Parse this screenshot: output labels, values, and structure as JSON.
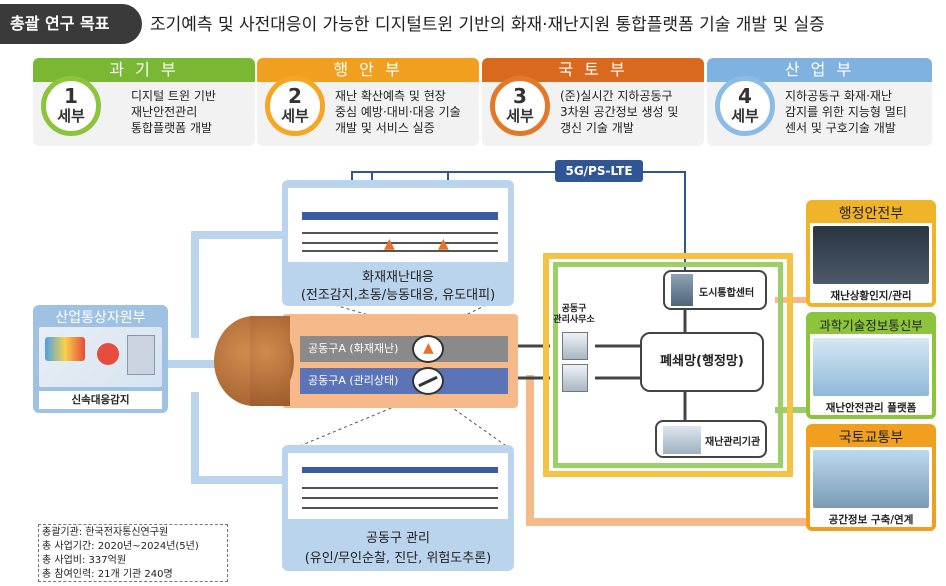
{
  "header": {
    "badge": "총괄 연구 목표",
    "title": "조기예측 및 사전대응이 가능한  디지털트윈 기반의 화재·재난지원 통합플랫폼 기술 개발 및 실증"
  },
  "cards": [
    {
      "head": "과 기 부",
      "num": "1",
      "sub": "세부",
      "lines": [
        "디지털 트윈 기반",
        "재난안전관리",
        "통합플랫폼 개발"
      ],
      "color": "#7ab733",
      "ring": "#8cc43c"
    },
    {
      "head": "행 안 부",
      "num": "2",
      "sub": "세부",
      "lines": [
        "재난 확산예측 및 현장",
        "중심 예방·대비·대응 기술",
        "개발 및 서비스 실증"
      ],
      "color": "#f0a01e",
      "ring": "#f5a623"
    },
    {
      "head": "국 토 부",
      "num": "3",
      "sub": "세부",
      "lines": [
        "(준)실시간 지하공동구",
        "3차원 공간정보 생성 및",
        "갱신 기술 개발"
      ],
      "color": "#d9691c",
      "ring": "#e07a2a"
    },
    {
      "head": "산 업 부",
      "num": "4",
      "sub": "세부",
      "lines": [
        "지하공동구 화재·재난",
        "감지를 위한 지능형 멀티",
        "센서 및 구호기술 개발"
      ],
      "color": "#7fb2e0",
      "ring": "#8cbce6"
    }
  ],
  "diagram": {
    "network_label": "5G/PS-LTE",
    "fire_box": {
      "title": "화재재난대응",
      "subtitle": "(전조감지,초동/능동대응, 유도대피)"
    },
    "manage_box": {
      "title": "공동구 관리",
      "subtitle": "(유인/무인순찰, 진단, 위험도추론)"
    },
    "tunnel_a_fire": "공동구A (화재재난)",
    "tunnel_a_manage": "공동구A (관리상태)",
    "office_label": "공동구\n관리사무소",
    "closed_network": "폐쇄망(행정망)",
    "city_center": "도시통합센터",
    "disaster_agency": "재난관리기관",
    "industry": {
      "title": "산업통상자원부",
      "caption": "신속대응감지"
    },
    "right_panels": [
      {
        "title": "행정안전부",
        "caption": "재난상황인지/관리",
        "border": "#f0b429"
      },
      {
        "title": "과학기술정보통신부",
        "caption": "재난안전관리 플랫폼",
        "border": "#8cc43c"
      },
      {
        "title": "국토교통부",
        "caption": "공간정보 구축/연계",
        "border": "#f0a01e"
      }
    ]
  },
  "summary": {
    "lines": [
      "총괄기관: 한국전자통신연구원",
      "총 사업기간: 2020년~2024년(5년)",
      "총 사업비: 337억원",
      "총 참여인력: 21개 기관 240명"
    ]
  },
  "colors": {
    "blue_line": "#b9d4ec",
    "orange_line": "#f5b98a",
    "green_line": "#9ccf6a",
    "dark_line": "#2f5597",
    "yellow_line": "#f5c242"
  }
}
